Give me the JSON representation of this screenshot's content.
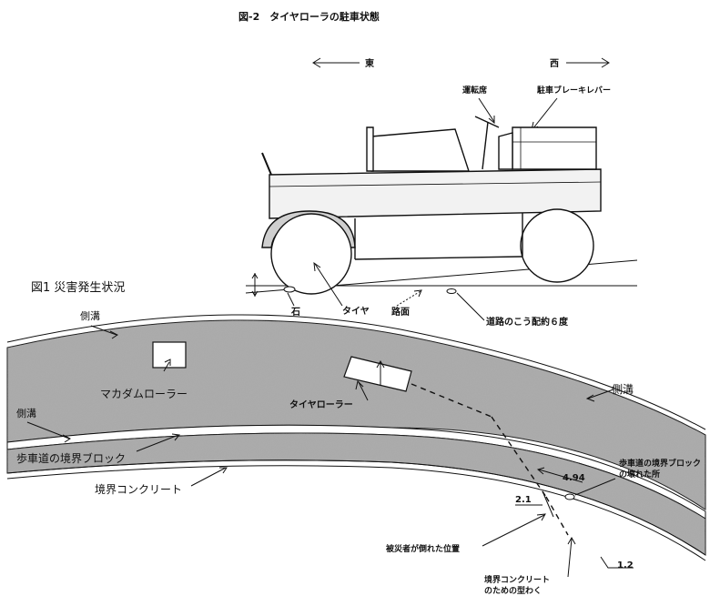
{
  "figure2": {
    "title": "図-2　タイヤローラの駐車状態",
    "east": "東",
    "west": "西",
    "driver_seat": "運転席",
    "parking_brake_lever": "駐車ブレーキレバー",
    "stone": "石",
    "tire": "タイヤ",
    "road_surface": "路面",
    "slope": "道路のこう配約６度"
  },
  "figure1": {
    "title": "図1 災害発生状況",
    "side_ditch_top": "側溝",
    "side_ditch_left": "側溝",
    "side_ditch_right": "側溝",
    "macadam_roller": "マカダムローラー",
    "tire_roller": "タイヤローラー",
    "sidewalk_block": "歩車道の境界ブロック",
    "boundary_concrete": "境界コンクリート",
    "broken_block": "歩車道の境界ブロック",
    "broken_block_2": "の壊れた所",
    "dist_494": "4.94",
    "dist_21": "2.1",
    "dist_12": "1.2",
    "victim_position": "被災者が倒れた位置",
    "formwork": "境界コンクリート",
    "formwork_2": "のための型わく"
  },
  "colors": {
    "asphalt": "#a9a9a9",
    "line": "#111111",
    "background": "#ffffff"
  }
}
